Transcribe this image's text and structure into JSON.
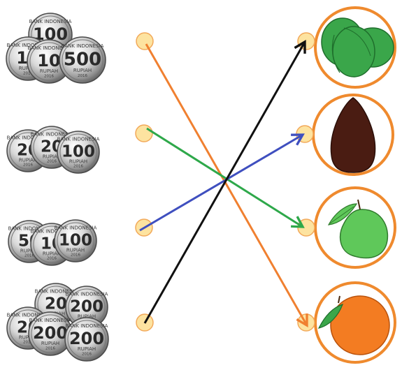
{
  "coin_text": {
    "bank": "BANK INDONESIA",
    "currency": "RUPIAH",
    "year": "2016"
  },
  "rows": [
    {
      "name": "row-1",
      "coins": [
        {
          "value": "100",
          "partial": false
        },
        {
          "value": "100",
          "partial": true
        },
        {
          "value": "100",
          "partial": true
        },
        {
          "value": "500",
          "partial": false
        }
      ],
      "fruit": "mango",
      "arrow_target": "fruit-3",
      "arrow_color": "#f08030"
    },
    {
      "name": "row-2",
      "coins": [
        {
          "value": "200",
          "partial": true
        },
        {
          "value": "200",
          "partial": true
        },
        {
          "value": "100",
          "partial": false
        }
      ],
      "fruit": "salak",
      "arrow_target": "fruit-2",
      "arrow_color": "#2ea84a"
    },
    {
      "name": "row-3",
      "coins": [
        {
          "value": "500",
          "partial": true
        },
        {
          "value": "100",
          "partial": true
        },
        {
          "value": "100",
          "partial": false
        }
      ],
      "fruit": "guava",
      "arrow_target": "fruit-1",
      "arrow_color": "#3f4fbf"
    },
    {
      "name": "row-4",
      "coins": [
        {
          "value": "200",
          "partial": true
        },
        {
          "value": "200",
          "partial": false
        },
        {
          "value": "200",
          "partial": true
        },
        {
          "value": "200",
          "partial": false
        },
        {
          "value": "200",
          "partial": false
        }
      ],
      "fruit": "orange",
      "arrow_target": "fruit-0",
      "arrow_color": "#111111"
    }
  ],
  "colors": {
    "dot_fill": "#fde3a0",
    "dot_stroke": "#f2a95a",
    "circle_stroke": "#ef8a2e",
    "mango": "#3aa64a",
    "salak": "#4a1c12",
    "guava": "#5fc85a",
    "orange": "#f37c22"
  }
}
